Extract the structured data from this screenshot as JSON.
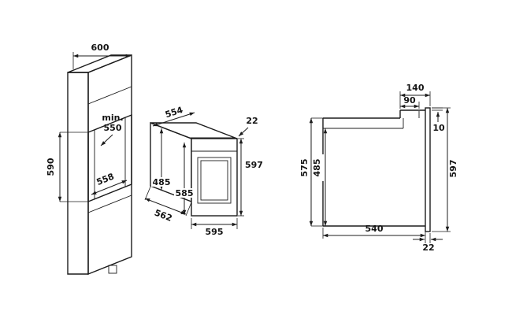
{
  "diagram": {
    "cabinet": {
      "top_width": "600",
      "min_label": "min.",
      "min_depth": "550",
      "opening_height": "590",
      "opening_width": "558"
    },
    "oven": {
      "top_width": "554",
      "front_lip": "22",
      "front_total_height": "597",
      "body_height": "485",
      "front_height": "585",
      "body_depth": "562",
      "front_width": "595"
    },
    "section": {
      "recess_depth": "140",
      "panel_depth": "90",
      "top_gap": "10",
      "niche_height": "575",
      "cavity_height": "485",
      "front_height": "597",
      "niche_depth": "540",
      "door_thickness": "22"
    }
  }
}
